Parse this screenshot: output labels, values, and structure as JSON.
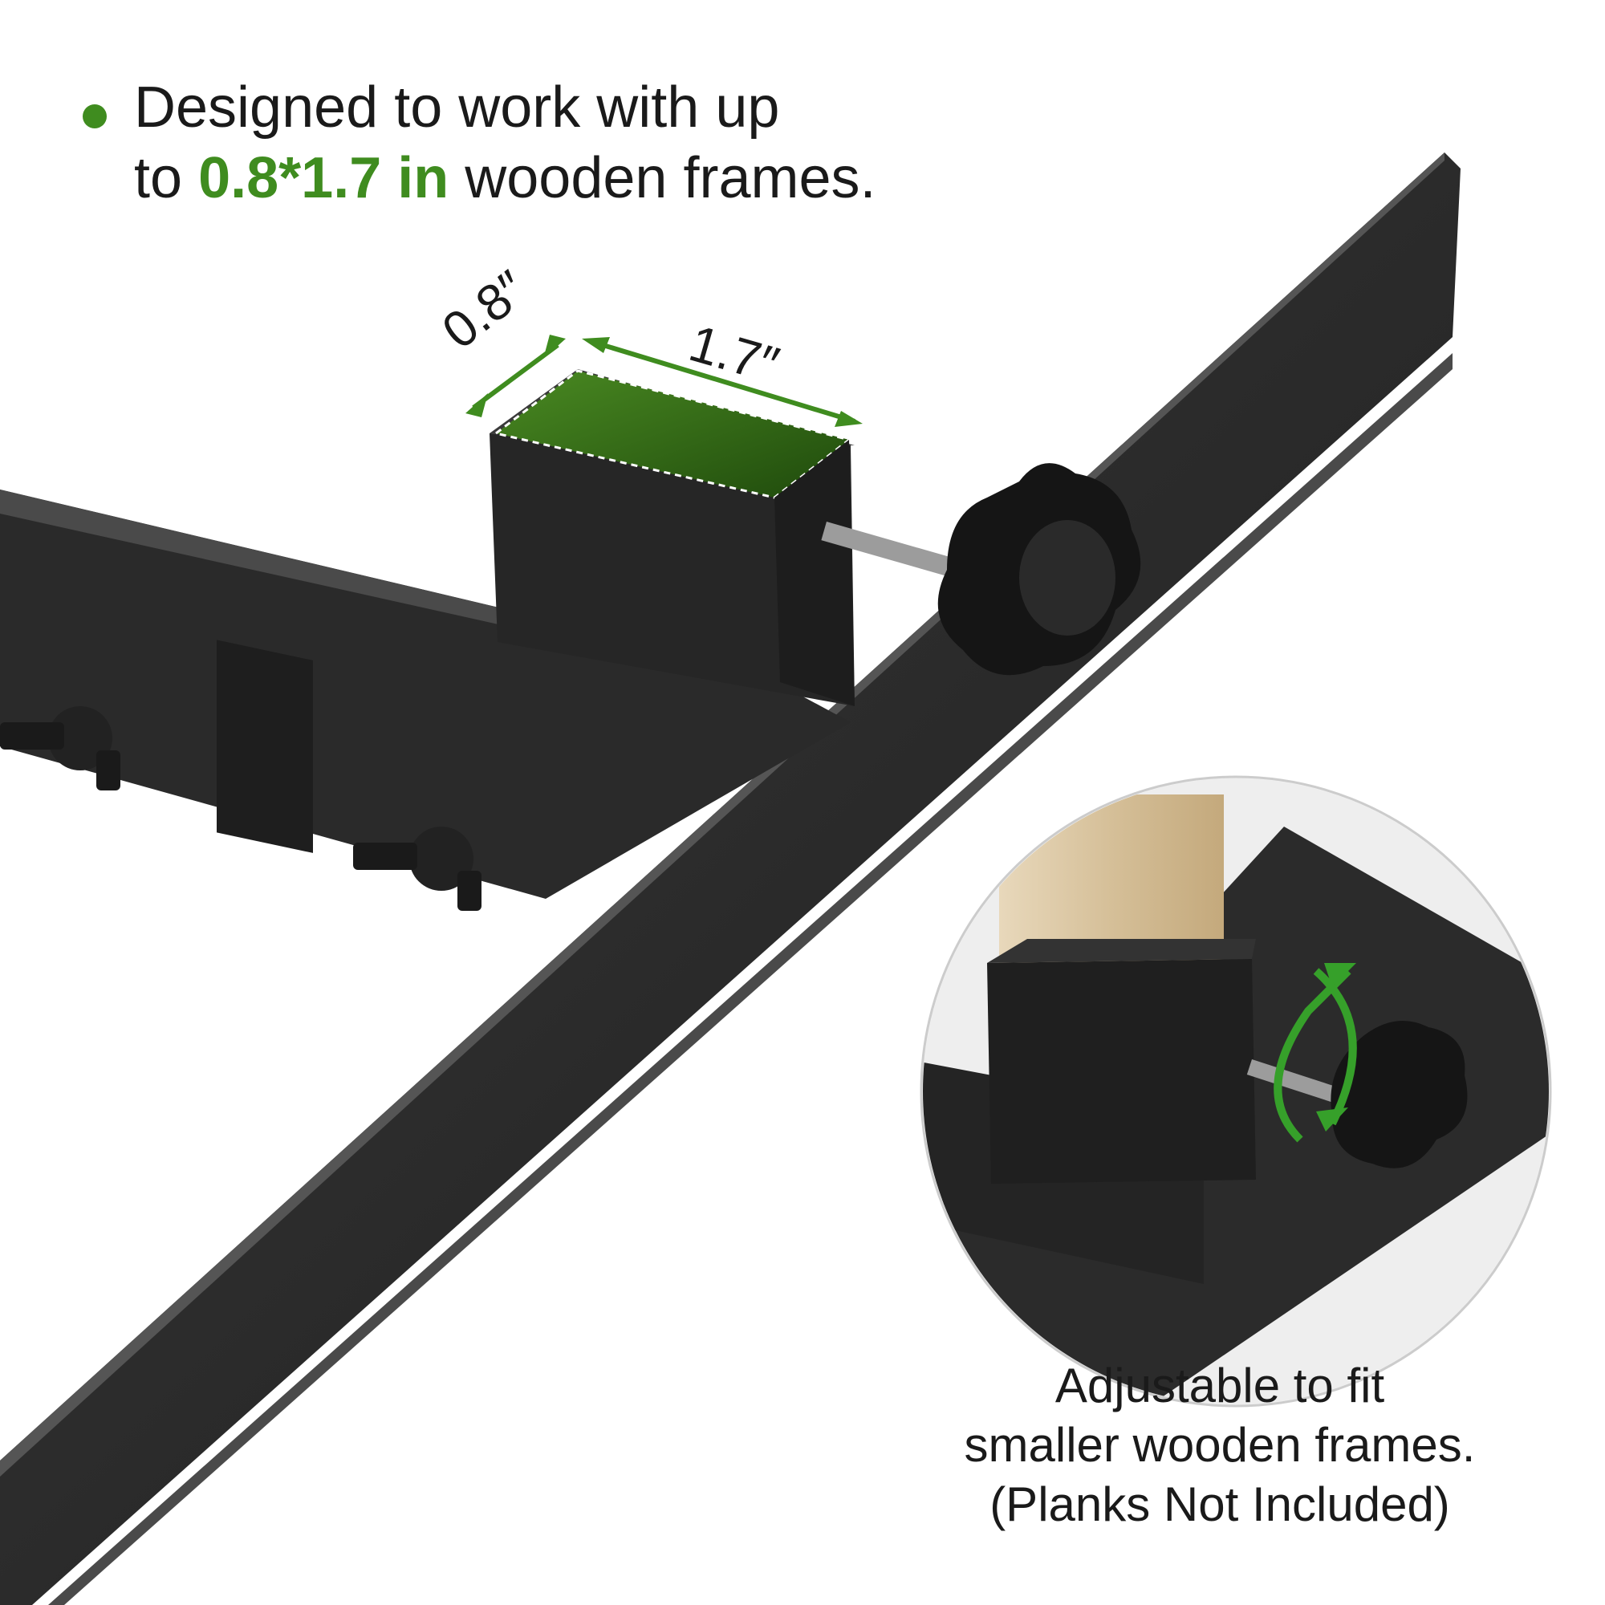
{
  "headline": {
    "line1": "Designed to work with up",
    "line2_prefix": "to ",
    "line2_accent": "0.8*1.7 in",
    "line2_suffix": " wooden frames."
  },
  "dimensions": {
    "width_label": "0.8″",
    "length_label": "1.7″"
  },
  "caption": {
    "line1": "Adjustable to fit",
    "line2": "smaller wooden frames.",
    "line3": "(Planks Not Included)"
  },
  "colors": {
    "accent": "#3f8c1f",
    "metal": "#262626",
    "knob": "#151515",
    "wood": "#dcc7a3"
  }
}
